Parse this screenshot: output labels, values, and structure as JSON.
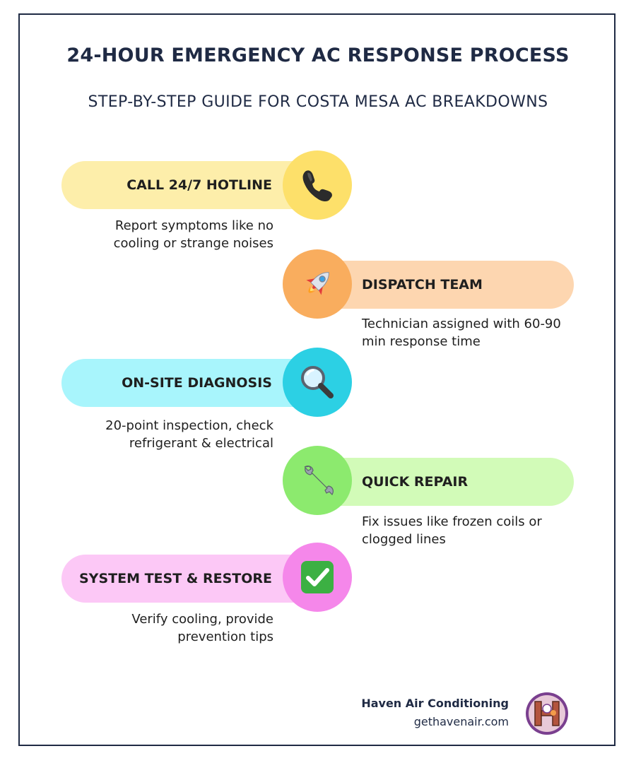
{
  "header": {
    "title": "24-HOUR EMERGENCY AC RESPONSE PROCESS",
    "subtitle": "STEP-BY-STEP GUIDE FOR COSTA MESA AC BREAKDOWNS"
  },
  "steps": [
    {
      "label": "CALL 24/7 HOTLINE",
      "description": "Report symptoms like no cooling or strange noises",
      "icon": "phone-icon",
      "pill_color": "#fdeeaa",
      "circle_color": "#fde06a"
    },
    {
      "label": "DISPATCH TEAM",
      "description": "Technician assigned with 60-90 min response time",
      "icon": "rocket-icon",
      "pill_color": "#fdd6b0",
      "circle_color": "#f9ad5e"
    },
    {
      "label": "ON-SITE DIAGNOSIS",
      "description": "20-point inspection, check refrigerant & electrical",
      "icon": "magnifier-icon",
      "pill_color": "#a8f5fc",
      "circle_color": "#2cd0e4"
    },
    {
      "label": "QUICK REPAIR",
      "description": "Fix issues like frozen coils or clogged lines",
      "icon": "wrench-icon",
      "pill_color": "#d2fbb8",
      "circle_color": "#8cea6e"
    },
    {
      "label": "SYSTEM TEST & RESTORE",
      "description": "Verify cooling, provide prevention tips",
      "icon": "checkmark-icon",
      "pill_color": "#fcc8f6",
      "circle_color": "#f587ea"
    }
  ],
  "footer": {
    "brand_name": "Haven Air Conditioning",
    "brand_url": "gethavenair.com"
  }
}
